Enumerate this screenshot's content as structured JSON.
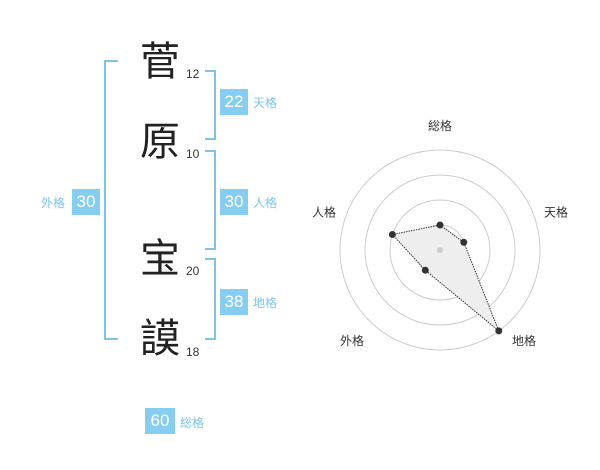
{
  "name": {
    "characters": [
      {
        "char": "菅",
        "strokes": "12"
      },
      {
        "char": "原",
        "strokes": "10"
      },
      {
        "char": "宝",
        "strokes": "20"
      },
      {
        "char": "謨",
        "strokes": "18"
      }
    ]
  },
  "fortune": {
    "tenkaku": {
      "label": "天格",
      "value": "22"
    },
    "jinkaku": {
      "label": "人格",
      "value": "30"
    },
    "chikaku": {
      "label": "地格",
      "value": "38"
    },
    "gaikaku": {
      "label": "外格",
      "value": "30"
    },
    "soukaku": {
      "label": "総格",
      "value": "60"
    }
  },
  "radar": {
    "axes": [
      "総格",
      "天格",
      "地格",
      "外格",
      "人格"
    ],
    "levels": 4,
    "values": [
      1,
      1,
      4,
      1,
      2
    ],
    "max": 5,
    "colors": {
      "ring": "#cccccc",
      "fill": "#eeeeee",
      "point": "#333333",
      "center": "#cccccc"
    }
  }
}
